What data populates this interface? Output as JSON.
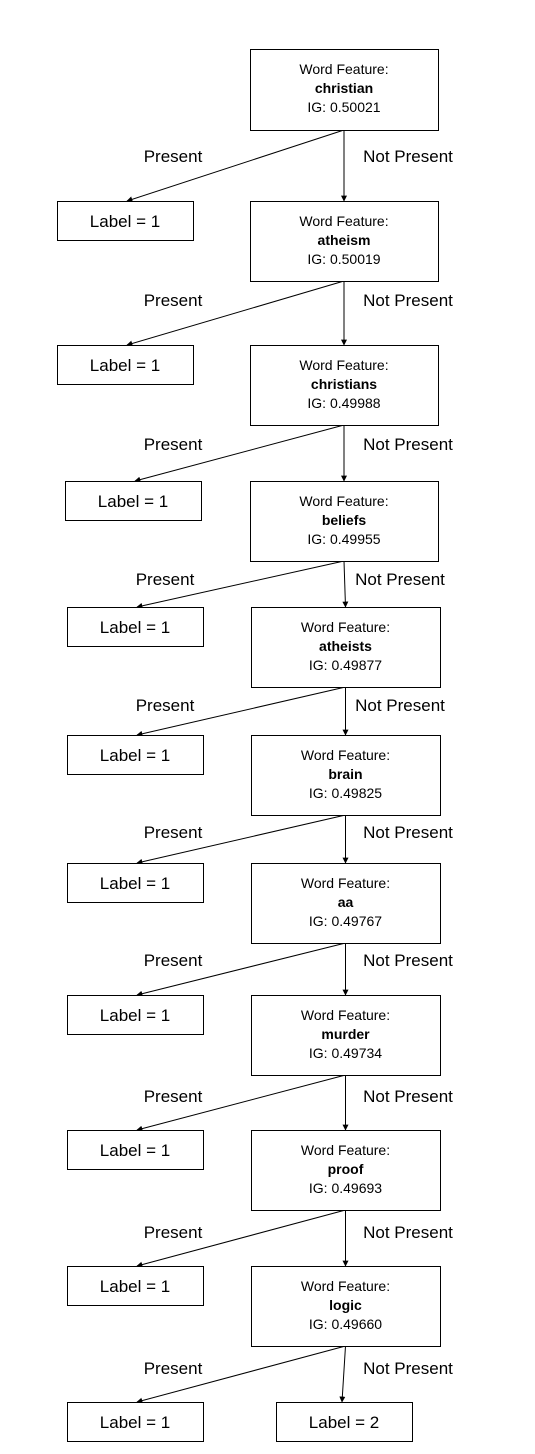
{
  "tree": {
    "node_title": "Word Feature:",
    "present_label": "Present",
    "not_present_label": "Not Present",
    "nodes": [
      {
        "word": "christian",
        "ig": "IG:  0.50021",
        "present_leaf": "Label = 1"
      },
      {
        "word": "atheism",
        "ig": "IG: 0.50019",
        "present_leaf": "Label = 1"
      },
      {
        "word": "christians",
        "ig": "IG: 0.49988",
        "present_leaf": "Label = 1"
      },
      {
        "word": "beliefs",
        "ig": "IG:  0.49955",
        "present_leaf": "Label = 1"
      },
      {
        "word": "atheists",
        "ig": "IG:  0.49877",
        "present_leaf": "Label = 1"
      },
      {
        "word": "brain",
        "ig": "IG: 0.49825",
        "present_leaf": "Label = 1"
      },
      {
        "word": "aa",
        "ig": "IG:  0.49767",
        "present_leaf": "Label = 1"
      },
      {
        "word": "murder",
        "ig": "IG: 0.49734",
        "present_leaf": "Label = 1"
      },
      {
        "word": "proof",
        "ig": "IG: 0.49693",
        "present_leaf": "Label = 1"
      },
      {
        "word": "logic",
        "ig": "IG:  0.49660",
        "present_leaf": "Label = 1"
      }
    ],
    "final_leaf": "Label = 2",
    "colors": {
      "stroke": "#000000",
      "background": "#ffffff"
    }
  }
}
